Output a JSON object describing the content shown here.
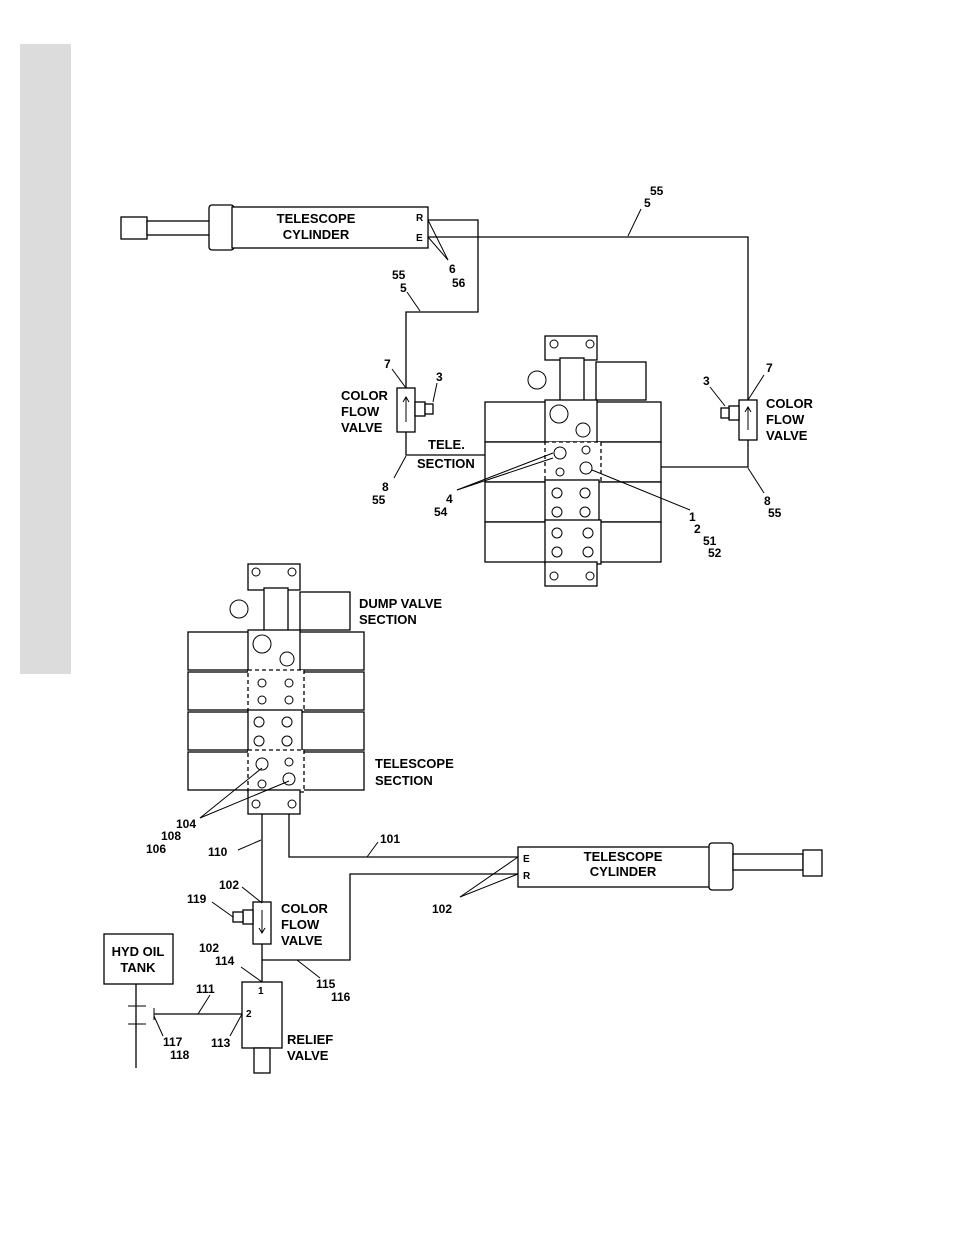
{
  "top_assembly": {
    "cylinder": {
      "line1": "TELESCOPE",
      "line2": "CYLINDER",
      "port_r": "R",
      "port_e": "E"
    },
    "callouts": {
      "c55_top": "55",
      "c5_top": "5",
      "c6": "6",
      "c56": "56",
      "c55_left": "55",
      "c5_left": "5",
      "c7_left": "7",
      "c3_left": "3",
      "c8_left": "8",
      "c55_bl": "55",
      "c4": "4",
      "c54": "54",
      "c1": "1",
      "c2": "2",
      "c51": "51",
      "c52": "52",
      "c3_right": "3",
      "c7_right": "7",
      "c8_right": "8",
      "c55_br": "55"
    },
    "left_valve": {
      "line1": "COLOR",
      "line2": "FLOW",
      "line3": "VALVE"
    },
    "right_valve": {
      "line1": "COLOR",
      "line2": "FLOW",
      "line3": "VALVE"
    },
    "tele_section": {
      "line1": "TELE.",
      "line2": "SECTION"
    }
  },
  "bottom_assembly": {
    "dump_valve": {
      "line1": "DUMP VALVE",
      "line2": "SECTION"
    },
    "telescope_section": {
      "line1": "TELESCOPE",
      "line2": "SECTION"
    },
    "cylinder": {
      "line1": "TELESCOPE",
      "line2": "CYLINDER",
      "port_e": "E",
      "port_r": "R"
    },
    "flow_valve": {
      "line1": "COLOR",
      "line2": "FLOW",
      "line3": "VALVE"
    },
    "tank": {
      "line1": "HYD OIL",
      "line2": "TANK"
    },
    "relief_valve": {
      "line1": "RELIEF",
      "line2": "VALVE",
      "port1": "1",
      "port2": "2"
    },
    "callouts": {
      "c104": "104",
      "c108": "108",
      "c106": "106",
      "c110": "110",
      "c101": "101",
      "c102_cyl": "102",
      "c102_valve": "102",
      "c119": "119",
      "c102_b": "102",
      "c114": "114",
      "c115": "115",
      "c116": "116",
      "c111": "111",
      "c117": "117",
      "c118": "118",
      "c113": "113"
    }
  }
}
